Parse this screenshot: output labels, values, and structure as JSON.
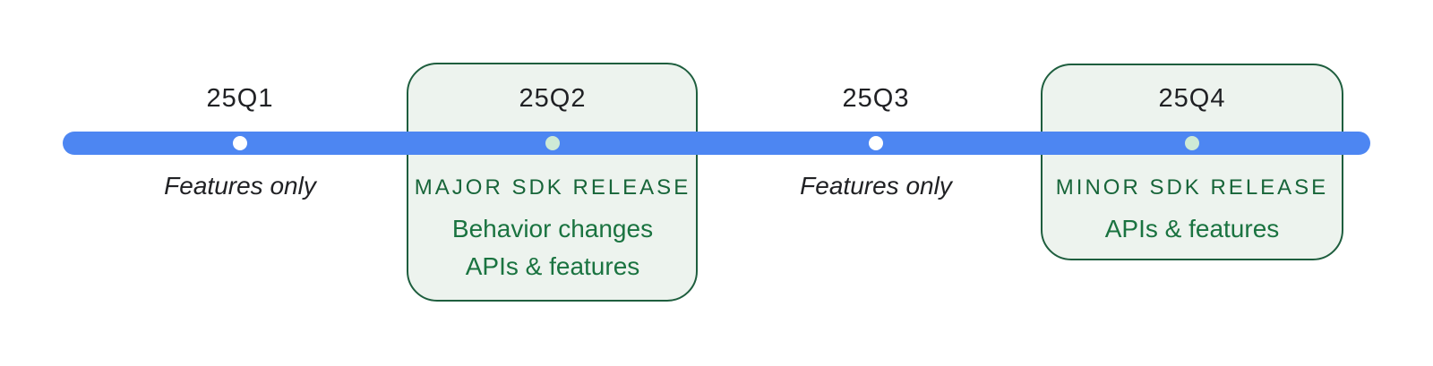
{
  "timeline": {
    "title_implicit": "2025 quarterly release timeline",
    "columns": [
      {
        "quarter": "25Q1",
        "kind": "features-only",
        "dot_color_name": "white",
        "description": "Features only"
      },
      {
        "quarter": "25Q2",
        "kind": "major-sdk-release",
        "dot_color_name": "light-green",
        "heading": "MAJOR SDK RELEASE",
        "lines": [
          "Behavior changes",
          "APIs & features"
        ]
      },
      {
        "quarter": "25Q3",
        "kind": "features-only",
        "dot_color_name": "white",
        "description": "Features only"
      },
      {
        "quarter": "25Q4",
        "kind": "minor-sdk-release",
        "dot_color_name": "light-green",
        "heading": "MINOR SDK RELEASE",
        "lines": [
          "APIs & features"
        ]
      }
    ]
  },
  "colors": {
    "bar-blue": "#4d86f2",
    "dot-white": "#ffffff",
    "dot-green": "#ceead6",
    "box-bg": "#edf3ee",
    "box-border": "#1e5e3e",
    "heading-green": "#176539",
    "body-green": "#1a7340",
    "text-black": "#202124",
    "canvas-bg": "#ffffff"
  }
}
